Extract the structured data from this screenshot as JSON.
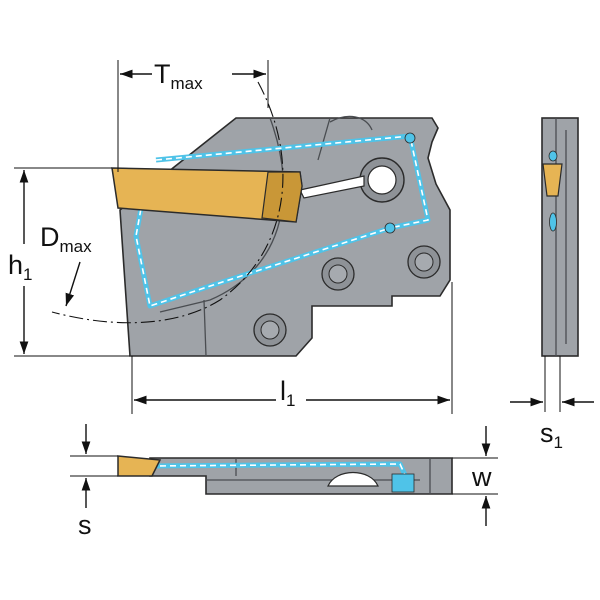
{
  "labels": {
    "t_max": {
      "main": "T",
      "sub": "max"
    },
    "d_max": {
      "main": "D",
      "sub": "max"
    },
    "h1": {
      "main": "h",
      "sub": "1"
    },
    "l1": {
      "main": "l",
      "sub": "1"
    },
    "s1": {
      "main": "s",
      "sub": "1"
    },
    "w": "w",
    "s": "s"
  },
  "colors": {
    "body": "#9fa3a8",
    "insert": "#e6b454",
    "coolant": "#4fc3e8",
    "outline": "#2b2b2b",
    "dimension": "#111111"
  }
}
